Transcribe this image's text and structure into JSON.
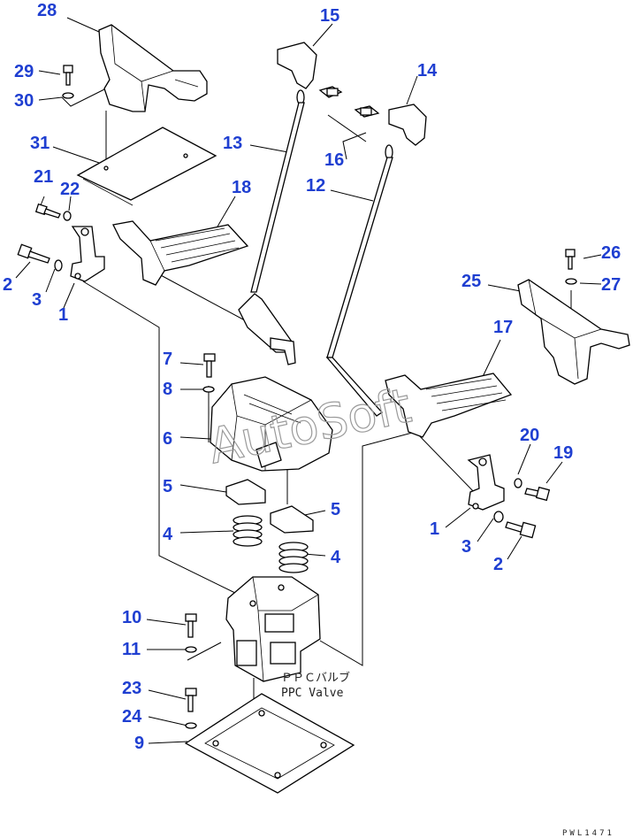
{
  "callouts": [
    {
      "id": "c28a",
      "label": "28"
    },
    {
      "id": "c29",
      "label": "29"
    },
    {
      "id": "c30",
      "label": "30"
    },
    {
      "id": "c31",
      "label": "31"
    },
    {
      "id": "c21",
      "label": "21"
    },
    {
      "id": "c22",
      "label": "22"
    },
    {
      "id": "c2a",
      "label": "2"
    },
    {
      "id": "c3a",
      "label": "3"
    },
    {
      "id": "c1a",
      "label": "1"
    },
    {
      "id": "c15",
      "label": "15"
    },
    {
      "id": "c14",
      "label": "14"
    },
    {
      "id": "c13",
      "label": "13"
    },
    {
      "id": "c16",
      "label": "16"
    },
    {
      "id": "c12",
      "label": "12"
    },
    {
      "id": "c18",
      "label": "18"
    },
    {
      "id": "c26",
      "label": "26"
    },
    {
      "id": "c25",
      "label": "25"
    },
    {
      "id": "c27",
      "label": "27"
    },
    {
      "id": "c17",
      "label": "17"
    },
    {
      "id": "c7",
      "label": "7"
    },
    {
      "id": "c8",
      "label": "8"
    },
    {
      "id": "c6",
      "label": "6"
    },
    {
      "id": "c5a",
      "label": "5"
    },
    {
      "id": "c5b",
      "label": "5"
    },
    {
      "id": "c4a",
      "label": "4"
    },
    {
      "id": "c4b",
      "label": "4"
    },
    {
      "id": "c20",
      "label": "20"
    },
    {
      "id": "c19",
      "label": "19"
    },
    {
      "id": "c1b",
      "label": "1"
    },
    {
      "id": "c3b",
      "label": "3"
    },
    {
      "id": "c2b",
      "label": "2"
    },
    {
      "id": "c10",
      "label": "10"
    },
    {
      "id": "c11",
      "label": "11"
    },
    {
      "id": "c23",
      "label": "23"
    },
    {
      "id": "c24",
      "label": "24"
    },
    {
      "id": "c9",
      "label": "9"
    }
  ],
  "ppc_label_jp": "ＰＰＣバルブ",
  "ppc_label_en": "PPC Valve",
  "watermark": "AutoSoft",
  "drawing_code": "PWL1471"
}
